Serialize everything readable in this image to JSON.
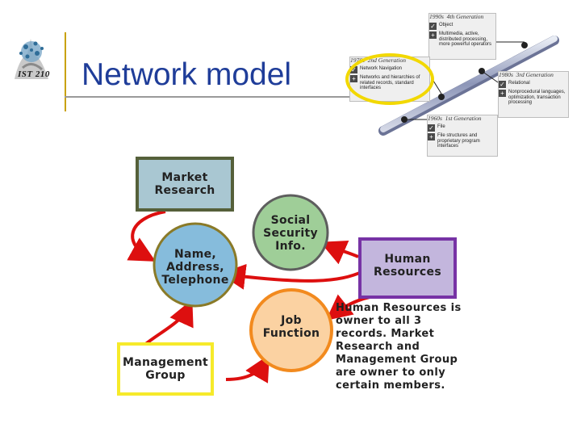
{
  "header": {
    "logo_text": "IST 210",
    "title": "Network model"
  },
  "timeline": {
    "cards": [
      {
        "era": "1990s",
        "generation": "4th Generation",
        "model": "Object",
        "features": "Multimedia, active, distributed processing, more powerful operators"
      },
      {
        "era": "1970s",
        "generation": "2nd Generation",
        "model": "Network Navigation",
        "features": "Networks and hierarchies of related records, standard interfaces"
      },
      {
        "era": "1980s",
        "generation": "3rd Generation",
        "model": "Relational",
        "features": "Nonprocedural languages, optimization, transaction processing"
      },
      {
        "era": "1960s",
        "generation": "1st Generation",
        "model": "File",
        "features": "File structures and proprietary program interfaces"
      }
    ]
  },
  "diagram": {
    "nodes": {
      "market_research": "Market\nResearch",
      "social_security": "Social\nSecurity\nInfo.",
      "name_address": "Name,\nAddress,\nTelephone",
      "human_resources": "Human\nResources",
      "job_function": "Job\nFunction",
      "management_group": "Management\nGroup"
    },
    "note": "Human Resources is owner to all 3 records.  Market Research and Management Group are owner to only certain members.",
    "colors": {
      "market_fill": "#a9c7d2",
      "market_border": "#55603a",
      "social_fill": "#9fce98",
      "social_border": "#5e5e5e",
      "name_fill": "#86bcdc",
      "name_border": "#8a7a28",
      "hr_fill": "#c3b6dd",
      "hr_border": "#7733a5",
      "job_fill": "#fbd2a2",
      "job_border": "#f28a1e",
      "mgmt_fill": "#ffffff",
      "mgmt_border": "#f6ea2a",
      "arrow": "#dd0f0f"
    }
  }
}
